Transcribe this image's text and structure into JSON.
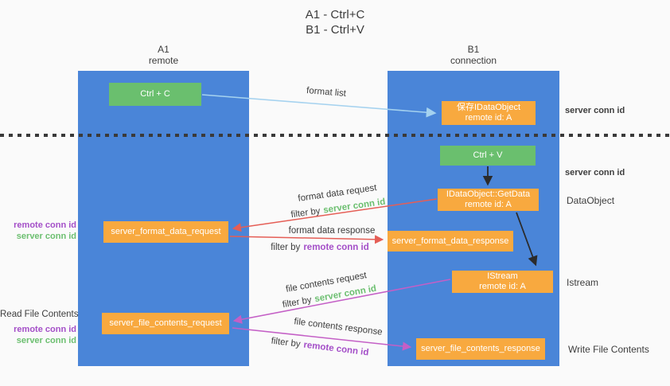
{
  "title": {
    "line1": "A1 - Ctrl+C",
    "line2": "B1 - Ctrl+V"
  },
  "columns": {
    "a1": {
      "id": "A1",
      "subtitle": "remote"
    },
    "b1": {
      "id": "B1",
      "subtitle": "connection"
    }
  },
  "nodes": {
    "ctrl_c": {
      "label": "Ctrl + C"
    },
    "ctrl_v": {
      "label": "Ctrl + V"
    },
    "save_idataobject": {
      "line1": "保存IDataObject",
      "line2": "remote id: A"
    },
    "getdata": {
      "line1": "IDataObject::GetData",
      "line2": "remote id: A"
    },
    "istream": {
      "line1": "IStream",
      "line2": "remote id: A"
    },
    "server_format_data_request": {
      "label": "server_format_data_request"
    },
    "server_format_data_response": {
      "label": "server_format_data_response"
    },
    "server_file_contents_request": {
      "label": "server_file_contents_request"
    },
    "server_file_contents_response": {
      "label": "server_file_contents_response"
    }
  },
  "labels": {
    "format_list": "format list",
    "format_data_request": "format data request",
    "format_data_response": "format data response",
    "file_contents_request": "file contents request",
    "file_contents_response": "file contents response",
    "filter_by": "filter by",
    "server_conn_id": "server conn id",
    "remote_conn_id": "remote conn id",
    "dataobject": "DataObject",
    "istream": "Istream",
    "read_file_contents": "Read File Contents",
    "write_file_contents": "Write File Contents"
  },
  "colors": {
    "column_blue": "#4a85d8",
    "box_green": "#6abf6e",
    "box_orange": "#f8a93f",
    "arrow_light_blue": "#a5d2ef",
    "arrow_red": "#e55e56",
    "arrow_magenta": "#c45fc6",
    "arrow_black": "#2b2b2b",
    "text_green": "#6cbf70",
    "text_purple": "#a44fc8",
    "text_dark": "#3d3d3d",
    "background": "#fafafa"
  }
}
